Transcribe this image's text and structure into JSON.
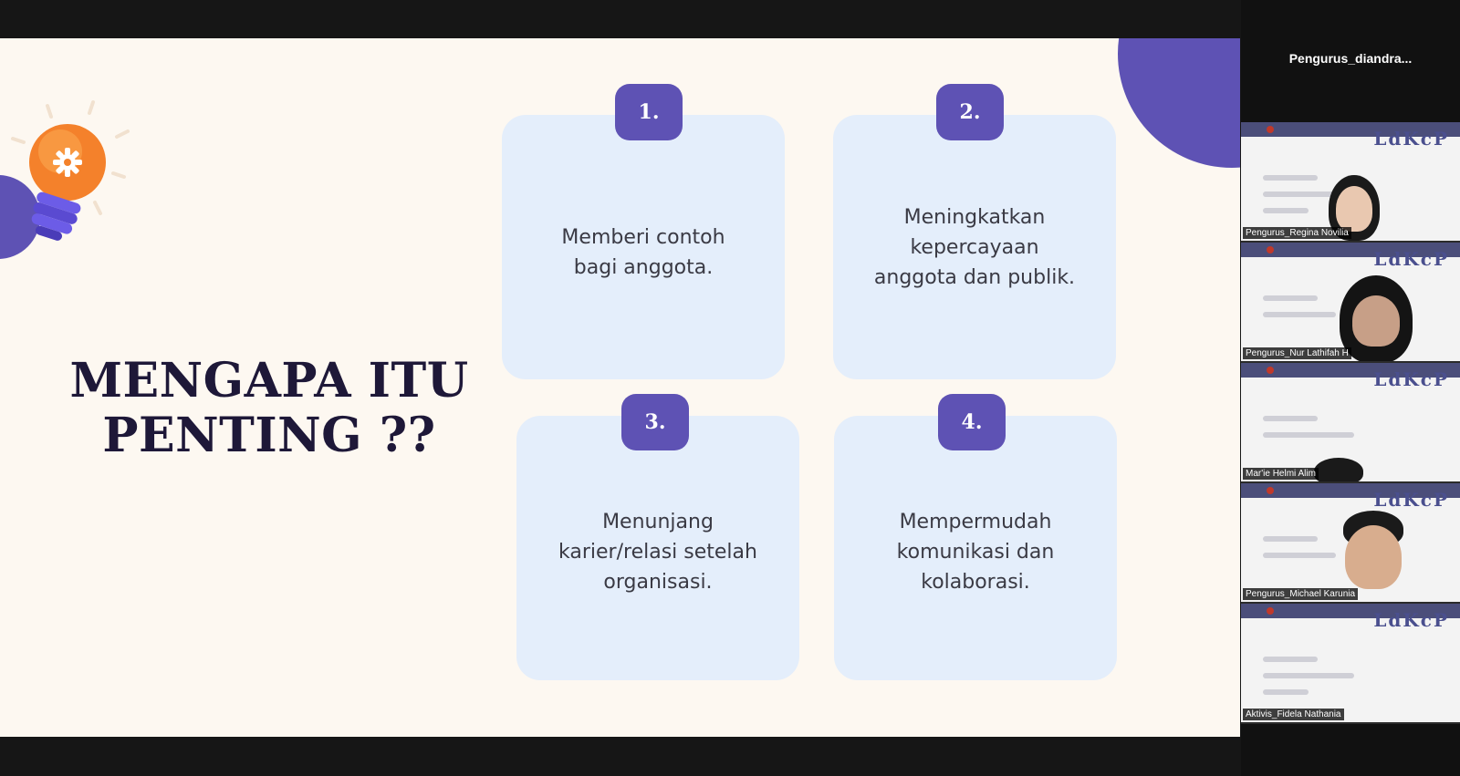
{
  "slide": {
    "title_line1": "MENGAPA ITU",
    "title_line2": "PENTING ??",
    "cards": [
      {
        "number": "1.",
        "line1": "Memberi contoh",
        "line2": "bagi anggota.",
        "line3": ""
      },
      {
        "number": "2.",
        "line1": "Meningkatkan",
        "line2": "kepercayaan",
        "line3": "anggota dan publik."
      },
      {
        "number": "3.",
        "line1": "Menunjang",
        "line2": "karier/relasi setelah",
        "line3": "organisasi."
      },
      {
        "number": "4.",
        "line1": "Mempermudah",
        "line2": "komunikasi dan",
        "line3": "kolaborasi."
      }
    ]
  },
  "panel": {
    "active_speaker": "Pengurus_diandra...",
    "tile_logo": "LdKcP",
    "participants": [
      {
        "name": "Pengurus_Regina Novilia"
      },
      {
        "name": "Pengurus_Nur Lathifah H"
      },
      {
        "name": "Mar'ie Helmi Alim"
      },
      {
        "name": "Pengurus_Michael Karunia"
      },
      {
        "name": "Aktivis_Fidela Nathania"
      }
    ]
  },
  "colors": {
    "accent": "#5e52b4",
    "card_bg": "#e4eefb",
    "slide_bg": "#fdf8f1",
    "title": "#1e1838"
  }
}
